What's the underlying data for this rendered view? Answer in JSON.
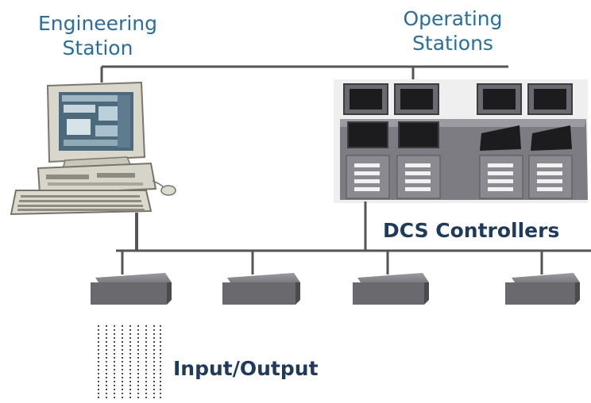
{
  "labels": {
    "engineering_station": [
      "Engineering",
      "Station"
    ],
    "operating_stations": [
      "Operating",
      "Stations"
    ],
    "dcs_controllers": "DCS Controllers",
    "input_output": "Input/Output"
  },
  "colors": {
    "label_blue": "#2a6e9e",
    "label_dark": "#1f3b5c",
    "network_line": "#555555",
    "device_gray": "#6f6f73"
  }
}
